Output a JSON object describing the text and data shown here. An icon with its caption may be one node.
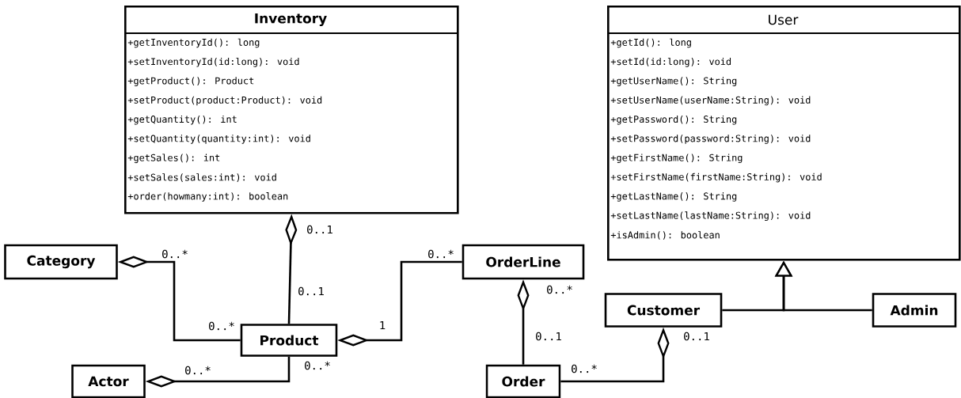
{
  "diagram": {
    "nodes": [
      {
        "text": [
          "Inventory",
          "+getInventoryId(): long",
          "+setInventoryId(id:long): void",
          "+getProduct(): Product",
          "+setProduct(product:Product): void",
          "+getQuantity(): int",
          "+setQuantity(quantity:int): void",
          "+getSales(): int",
          "+setSales(sales:int): void",
          "+order(howmany:int): boolean"
        ]
      },
      {
        "text": [
          "User",
          "+getId(): long",
          "+setId(id:long): void",
          "+getUserName(): String",
          "+setUserName(userName:String): void",
          "+getPassword(): String",
          "+setPassword(password:String): void",
          "+getFirstName(): String",
          "+setFirstName(firstName:String): void",
          "+getLastName(): String",
          "+setLastName(lastName:String): void",
          "+isAdmin(): boolean"
        ]
      },
      {
        "text": [
          "Category"
        ]
      },
      {
        "text": [
          "OrderLine"
        ]
      },
      {
        "text": [
          "Product"
        ]
      },
      {
        "text": [
          "Actor"
        ]
      },
      {
        "text": [
          "Order"
        ]
      },
      {
        "text": [
          "Customer"
        ]
      },
      {
        "text": [
          "Admin"
        ]
      }
    ],
    "edges": [
      {
        "from": 4,
        "to": 0,
        "arrow": "other"
      },
      {
        "from": 4,
        "to": 2,
        "arrow": "other"
      },
      {
        "from": 3,
        "to": 4,
        "arrow": "other"
      },
      {
        "from": 4,
        "to": 5,
        "arrow": "other"
      },
      {
        "from": 6,
        "to": 3,
        "arrow": "other"
      },
      {
        "from": 6,
        "to": 7,
        "arrow": "other"
      },
      {
        "from": 7,
        "to": 1,
        "arrow": "to"
      },
      {
        "from": 8,
        "to": 1,
        "arrow": "to"
      }
    ],
    "labels": [
      "0..1",
      "0..*",
      "0..*",
      "0..1",
      "0..*",
      "0..*",
      "1",
      "0..1",
      "0..1",
      "0..*",
      "0..*",
      "0..*"
    ]
  }
}
